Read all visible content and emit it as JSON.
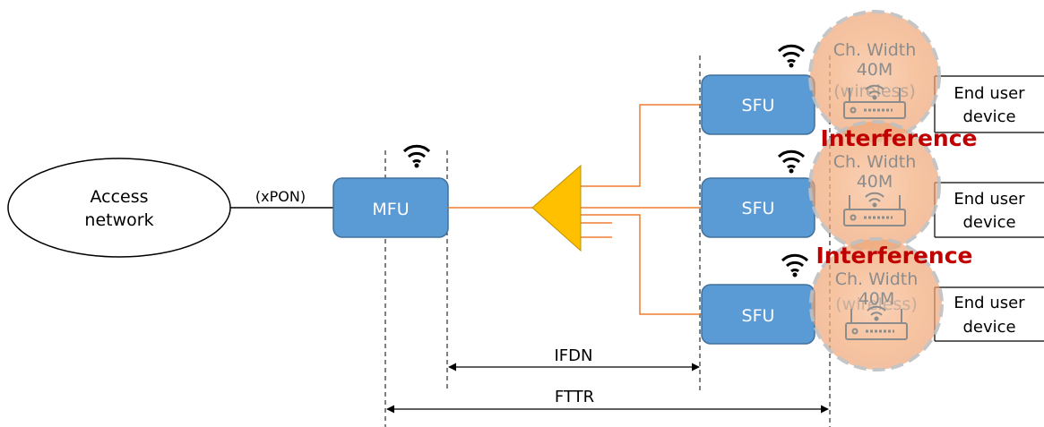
{
  "access": {
    "line1": "Access",
    "line2": "network"
  },
  "xpon_label": "(xPON)",
  "mfu_label": "MFU",
  "sfus": [
    {
      "label": "SFU",
      "channel_line1": "Ch. Width",
      "channel_line2": "40M",
      "channel_line3": "(wireless)"
    },
    {
      "label": "SFU",
      "channel_line1": "Ch. Width",
      "channel_line2": "40M",
      "channel_line3": ""
    },
    {
      "label": "SFU",
      "channel_line1": "Ch. Width",
      "channel_line2": "40M",
      "channel_line3": "(wireless)"
    }
  ],
  "end_devices": [
    {
      "line1": "End user",
      "line2": "device"
    },
    {
      "line1": "End user",
      "line2": "device"
    },
    {
      "line1": "End user",
      "line2": "device"
    }
  ],
  "interference": [
    "Interference",
    "Interference"
  ],
  "spans": {
    "ifdn": "IFDN",
    "fttr": "FTTR"
  },
  "colors": {
    "box_fill": "#5b9bd5",
    "box_stroke": "#41719c",
    "fiber": "#ed7d31",
    "splitter": "#ffc000",
    "interference": "#c00000",
    "halo": "#f4b183"
  },
  "icons": [
    "wifi-icon",
    "router-icon",
    "splitter-triangle"
  ]
}
